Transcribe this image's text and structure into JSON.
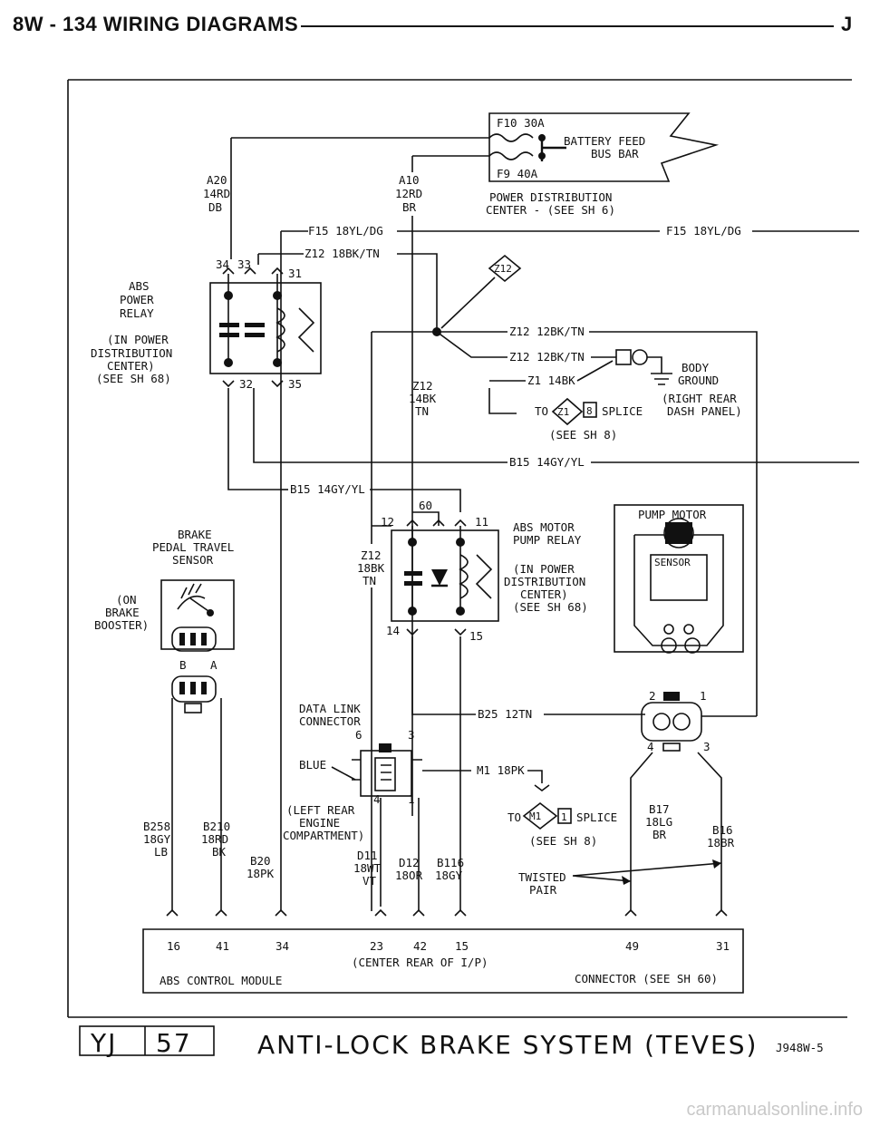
{
  "header": {
    "left": "8W - 134  WIRING DIAGRAMS",
    "right": "J"
  },
  "power_center": {
    "fuse_f10": "F10  30A",
    "fuse_f9": "F9  40A",
    "battery_feed": [
      "BATTERY FEED",
      "BUS BAR"
    ],
    "label": [
      "POWER DISTRIBUTION",
      "CENTER - (SEE SH 6)"
    ]
  },
  "wires": {
    "a20": [
      "A20",
      "14RD",
      "DB"
    ],
    "a10": [
      "A10",
      "12RD",
      "BR"
    ],
    "f15_left": "F15 18YL/DG",
    "f15_right": "F15 18YL/DG",
    "z12_18bk": "Z12 18BK/TN",
    "z12_tag": "Z12",
    "z12_12bk_a": "Z12 12BK/TN",
    "z12_12bk_b": "Z12 12BK/TN",
    "z1_14bk": "Z1 14BK",
    "z12_14bk": [
      "Z12",
      "14BK",
      "TN"
    ],
    "b15_right": "B15 14GY/YL",
    "b15_left": "B15 14GY/YL",
    "z12_18bk_v": [
      "Z12",
      "18BK",
      "TN"
    ],
    "b25": "B25 12TN",
    "m1": "M1 18PK",
    "b258": [
      "B258",
      "18GY",
      "LB"
    ],
    "b210": [
      "B210",
      "18RD",
      "BK"
    ],
    "b20": [
      "B20",
      "18PK"
    ],
    "d11": [
      "D11",
      "18WT",
      "VT"
    ],
    "d12": [
      "D12",
      "18OR"
    ],
    "b116": [
      "B116",
      "18GY"
    ],
    "b17": [
      "B17",
      "18LG",
      "BR"
    ],
    "b16": [
      "B16",
      "18BR"
    ]
  },
  "ground": {
    "body": [
      "BODY",
      "GROUND"
    ],
    "location": [
      "(RIGHT REAR",
      "DASH PANEL)"
    ],
    "splice_to": "TO",
    "splice_tag": "Z1",
    "splice_num": "8",
    "splice_word": "SPLICE",
    "see": "(SEE SH 8)"
  },
  "abs_power_relay": {
    "title": [
      "ABS",
      "POWER",
      "RELAY"
    ],
    "location": [
      "(IN POWER",
      "DISTRIBUTION",
      "CENTER)",
      "(SEE SH 68)"
    ],
    "pins": {
      "p34": "34",
      "p33": "33",
      "p31": "31",
      "p32": "32",
      "p35": "35"
    }
  },
  "abs_motor_relay": {
    "title": [
      "ABS MOTOR",
      "PUMP RELAY"
    ],
    "location": [
      "(IN POWER",
      "DISTRIBUTION",
      "CENTER)",
      "(SEE SH 68)"
    ],
    "pins": {
      "p60": "60",
      "p12": "12",
      "p11": "11",
      "p14": "14",
      "p15": "15"
    }
  },
  "pump_motor": {
    "title": "PUMP MOTOR",
    "sensor": "SENSOR",
    "pins": {
      "p2": "2",
      "p1": "1",
      "p4": "4",
      "p3": "3"
    }
  },
  "brake_sensor": {
    "title": [
      "BRAKE",
      "PEDAL TRAVEL",
      "SENSOR"
    ],
    "location": [
      "(ON",
      "BRAKE",
      "BOOSTER)"
    ],
    "pins": {
      "b": "B",
      "a": "A"
    }
  },
  "data_link": {
    "title": [
      "DATA LINK",
      "CONNECTOR"
    ],
    "blue": "BLUE",
    "pins": {
      "p6": "6",
      "p3": "3",
      "p4": "4",
      "p1": "1"
    },
    "location": [
      "(LEFT REAR",
      "ENGINE",
      "COMPARTMENT)"
    ]
  },
  "m1_splice": {
    "to": "TO",
    "tag": "M1",
    "num": "1",
    "word": "SPLICE",
    "see": "(SEE SH 8)"
  },
  "twisted_pair": [
    "TWISTED",
    "PAIR"
  ],
  "abs_module": {
    "pins": [
      "16",
      "41",
      "34",
      "23",
      "42",
      "15",
      "49",
      "31"
    ],
    "location": "(CENTER REAR OF I/P)",
    "name": "ABS CONTROL MODULE",
    "connector": "CONNECTOR (SEE SH 60)"
  },
  "footer": {
    "model": "YJ",
    "page": "57",
    "title": "ANTI-LOCK BRAKE SYSTEM (TEVES)",
    "code": "J948W-5"
  },
  "watermark": "carmanualsonline.info"
}
